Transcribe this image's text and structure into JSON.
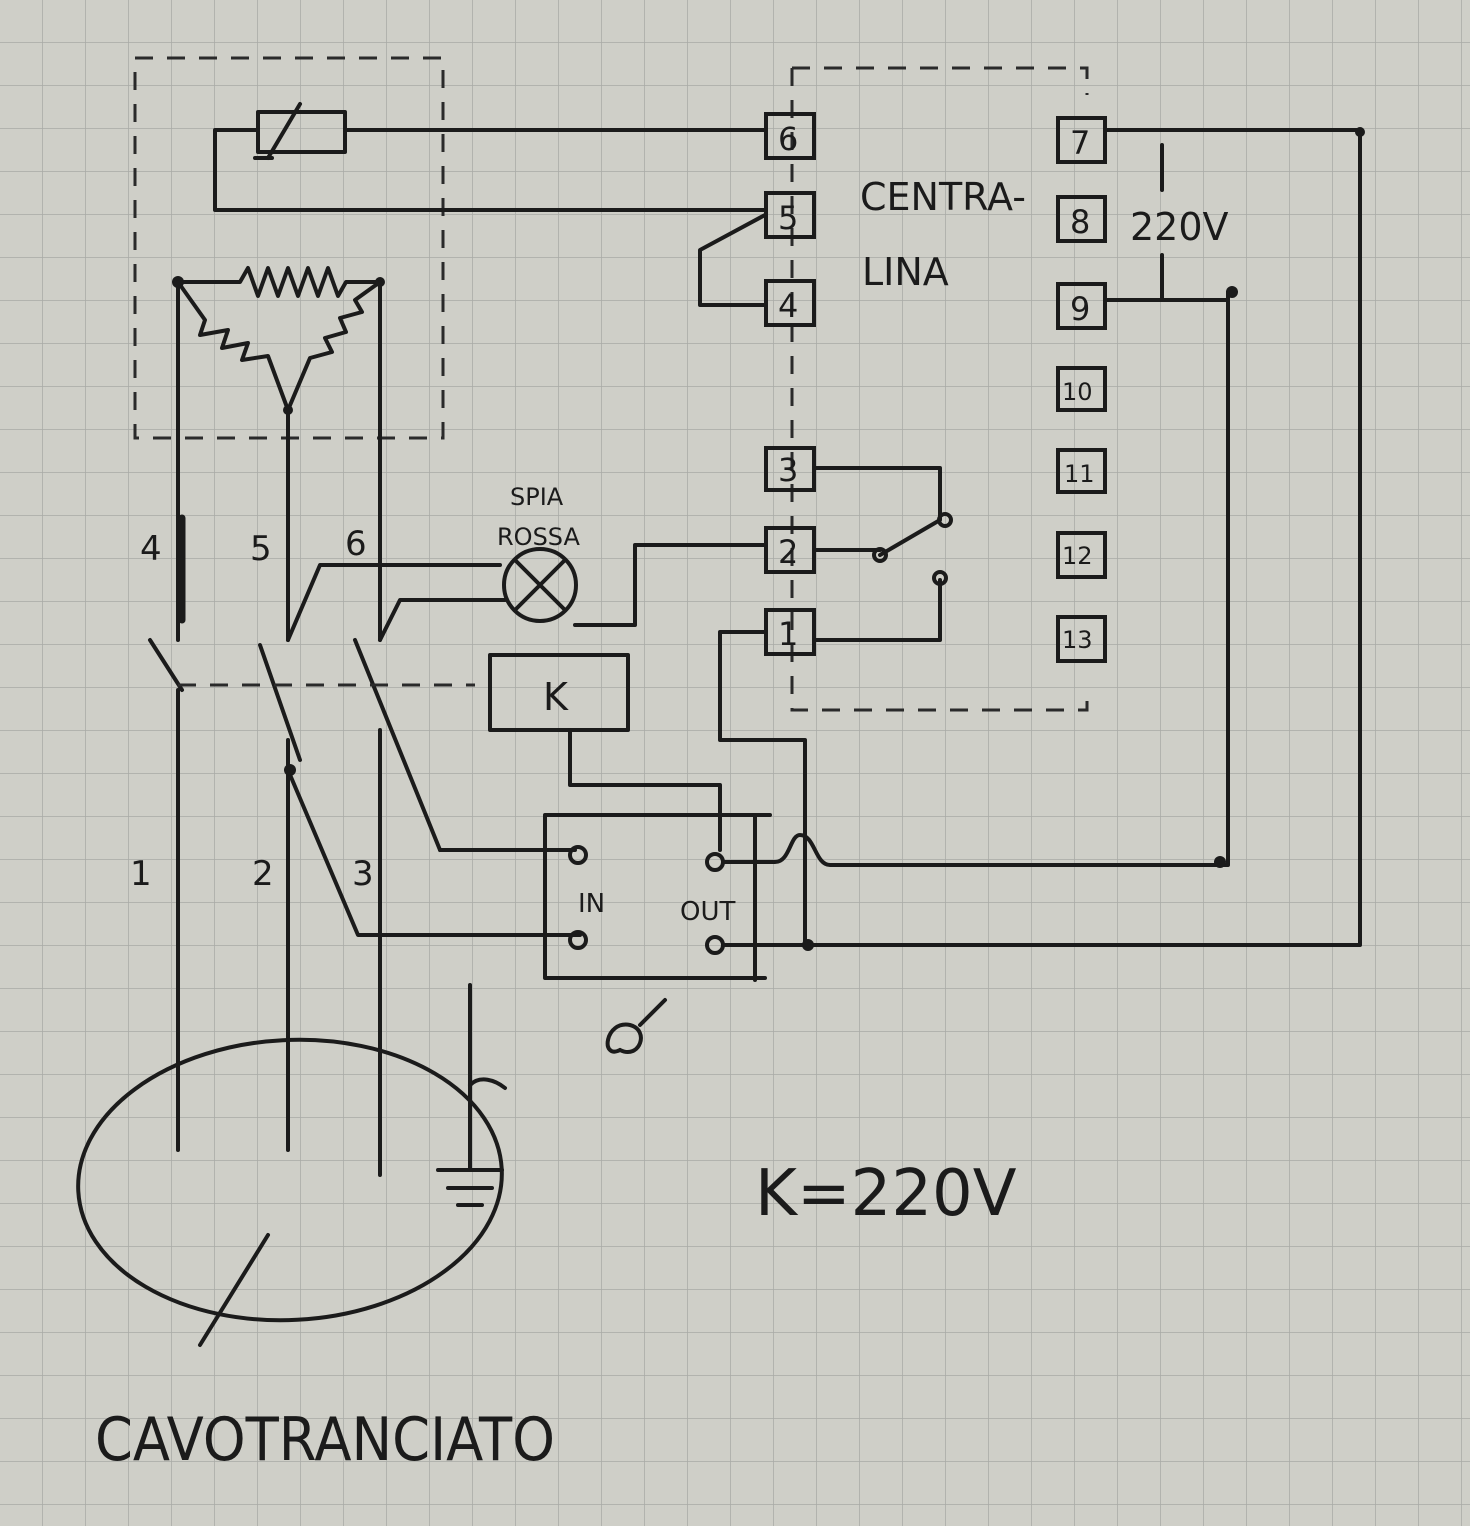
{
  "title": "Hand-drawn wiring diagram",
  "panel": {
    "label_line1": "CENTRA-",
    "label_line2": "LINA",
    "left_terminals": [
      "6",
      "5",
      "4",
      "3",
      "2",
      "1"
    ],
    "right_terminals": [
      "7",
      "8",
      "9",
      "10",
      "11",
      "12",
      "13"
    ],
    "supply_label": "220V"
  },
  "motor": {
    "winding_labels": [
      "4",
      "5",
      "6"
    ],
    "line_labels": [
      "1",
      "2",
      "3"
    ]
  },
  "lamp": {
    "label_line1": "SPIA",
    "label_line2": "ROSSA"
  },
  "contactor": {
    "coil_label": "K",
    "note": "K=220V"
  },
  "switch_box": {
    "in_label": "IN",
    "out_label": "OUT"
  },
  "cable_note": "CAVOTRANCIATO"
}
